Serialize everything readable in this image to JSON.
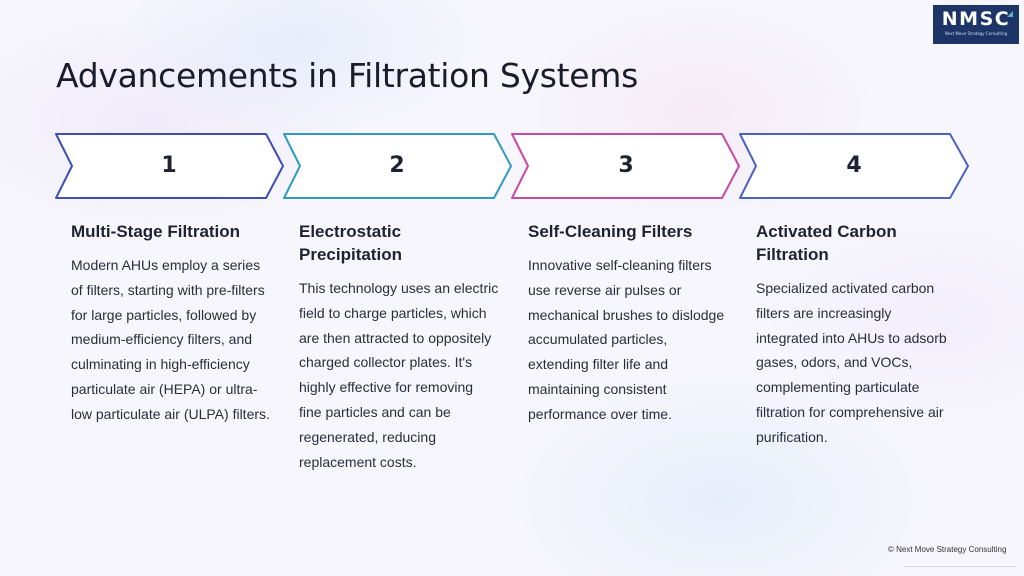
{
  "logo": {
    "mark": "NMSC",
    "tagline": "Next Move Strategy Consulting"
  },
  "title": "Advancements in Filtration Systems",
  "colors": {
    "step1": "#3d4eb8",
    "step2": "#2f9bc2",
    "step3": "#c64aa8",
    "step4": "#4a62c8"
  },
  "steps": [
    {
      "number": "1",
      "heading": "Multi-Stage Filtration",
      "description": "Modern AHUs employ a series of filters, starting with pre-filters for large particles, followed by medium-efficiency filters, and culminating in high-efficiency particulate air (HEPA) or ultra-low particulate air (ULPA) filters."
    },
    {
      "number": "2",
      "heading": "Electrostatic Precipitation",
      "description": "This technology uses an electric field to charge particles, which are then attracted to oppositely charged collector plates. It's highly effective for removing fine particles and can be regenerated, reducing replacement costs."
    },
    {
      "number": "3",
      "heading": "Self-Cleaning Filters",
      "description": "Innovative self-cleaning filters use reverse air pulses or mechanical brushes to dislodge accumulated particles, extending filter life and maintaining consistent performance over time."
    },
    {
      "number": "4",
      "heading": "Activated Carbon Filtration",
      "description": "Specialized activated carbon filters are increasingly integrated into AHUs to adsorb gases, odors, and VOCs, complementing particulate filtration for comprehensive air purification."
    }
  ],
  "footer": "© Next Move Strategy Consulting"
}
